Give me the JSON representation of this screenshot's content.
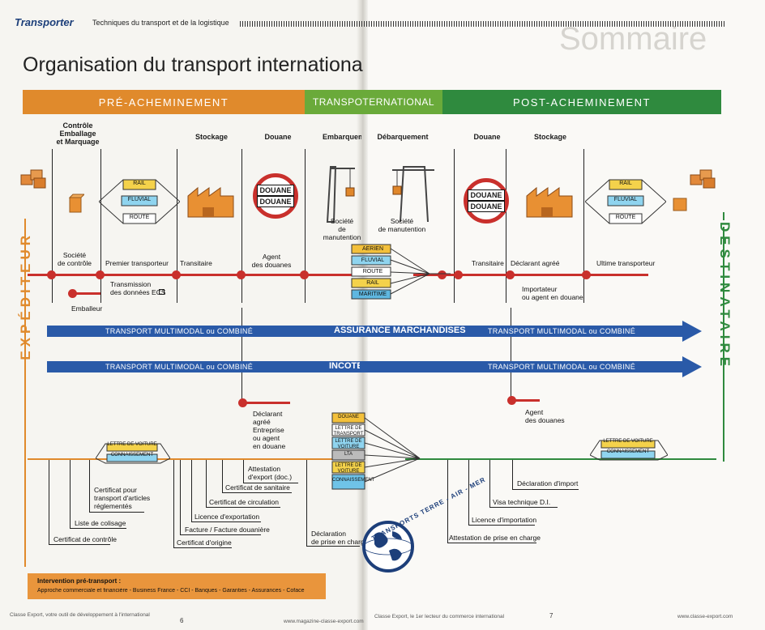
{
  "header": {
    "brand": "Transporter",
    "subtitle": "Techniques du transport et de la logistique"
  },
  "title": "Organisation du transport internationa",
  "bands": {
    "pre": "PRÉ-ACHEMINEMENT",
    "mid": "TRANSPOTERNATIONAL",
    "post": "POST-ACHEMINEMENT"
  },
  "sides": {
    "left": "EXPÉDITEUR",
    "right": "DESTINATAIRE"
  },
  "stage_headers": {
    "controle": "Contrôle\nEmballage\net Marquage",
    "stockage_left": "Stockage",
    "douane_left": "Douane",
    "embarquement": "Embarquement",
    "debarquement": "Débarquement",
    "douane_right": "Douane",
    "stockage_right": "Stockage"
  },
  "modes_left": [
    "RAIL",
    "FLUVIAL",
    "ROUTE"
  ],
  "modes_right": [
    "RAIL",
    "FLUVIAL",
    "ROUTE"
  ],
  "modes_center": [
    "AERIEN",
    "FLUVIAL",
    "ROUTE",
    "RAIL",
    "MARITIME"
  ],
  "customs_sign": [
    "DOUANE",
    "DOUANE"
  ],
  "actors_top": {
    "societe_controle": "Société\nde contrôle",
    "premier_transporteur": "Premier transporteur",
    "transitaire_left": "Transitaire",
    "agent_douanes_left": "Agent\ndes douanes",
    "manutention_left": "Société\nde manutention",
    "manutention_right": "Société\nde manutention",
    "transitaire_right": "Transitaire",
    "declarant_agree": "Déclarant agréé",
    "dernier_transporteur": "Ultime transporteur",
    "transmission_ecs": "Transmission\ndes données ECS",
    "emballeur": "Emballeur",
    "importateur": "Importateur\nou agent en douane"
  },
  "arrows": {
    "multimodal": "TRANSPORT MULTIMODAL ou COMBINÉ",
    "assurance": "ASSURANCE MARCHANDISES",
    "incoterms": "INCOTERMS"
  },
  "actors_mid": {
    "declarant_left": "Déclarant\nagréé\nEntreprise\nou agent\nen douane",
    "agent_douanes_right": "Agent\ndes douanes"
  },
  "doc_labels": {
    "lettre_voiture": "LETTRE DE VOITURE",
    "connaissement": "CONNAISSEMENT",
    "center_docs": [
      "DOUANE",
      "LETTRE DE TRANSPORT",
      "LETTRE DE VOITURE",
      "LTA",
      "LETTRE DE VOITURE",
      "CONNAISSEMENT"
    ]
  },
  "docs_left": {
    "certificat_controle": "Certificat de contrôle",
    "liste_colisage": "Liste de colisage",
    "certificat_transport": "Certificat pour\ntransport d'articles\nréglementés",
    "certificat_origine": "Certificat d'origine",
    "facture": "Facture / Facture douanière",
    "licence_export": "Licence d'exportation",
    "certificat_circulation": "Certificat de circulation",
    "certificat_sanitaire": "Certificat de sanitaire",
    "attestation_export": "Attestation\nd'export (doc.)",
    "declaration_prise": "Déclaration\nde prise en charge"
  },
  "docs_right": {
    "attestation_prise": "Attestation de prise en charge",
    "licence_import": "Licence d'importation",
    "visa": "Visa technique D.I.",
    "declaration_import": "Déclaration d'import"
  },
  "globe_text": "TRANSPORTS  TERRE - AIR - MER",
  "intervention": {
    "title": "Intervention pré-transport :",
    "text": "Approche commerciale et financière - Business France - CCI - Banques - Garanties - Assurances - Coface"
  },
  "footer": {
    "left_source": "Classe Export, votre outil de développement à l'international",
    "left_page": "6",
    "left_url": "www.magazine-classe-export.com",
    "right_source": "Classe Export, le 1er lecteur du commerce international",
    "right_page": "7",
    "right_url": "www.classe-export.com"
  },
  "colors": {
    "orange": "#e08a2c",
    "green_mid": "#6aaa3a",
    "green_dark": "#2f8a3e",
    "blue": "#2a5aa8",
    "red": "#c9302c"
  }
}
